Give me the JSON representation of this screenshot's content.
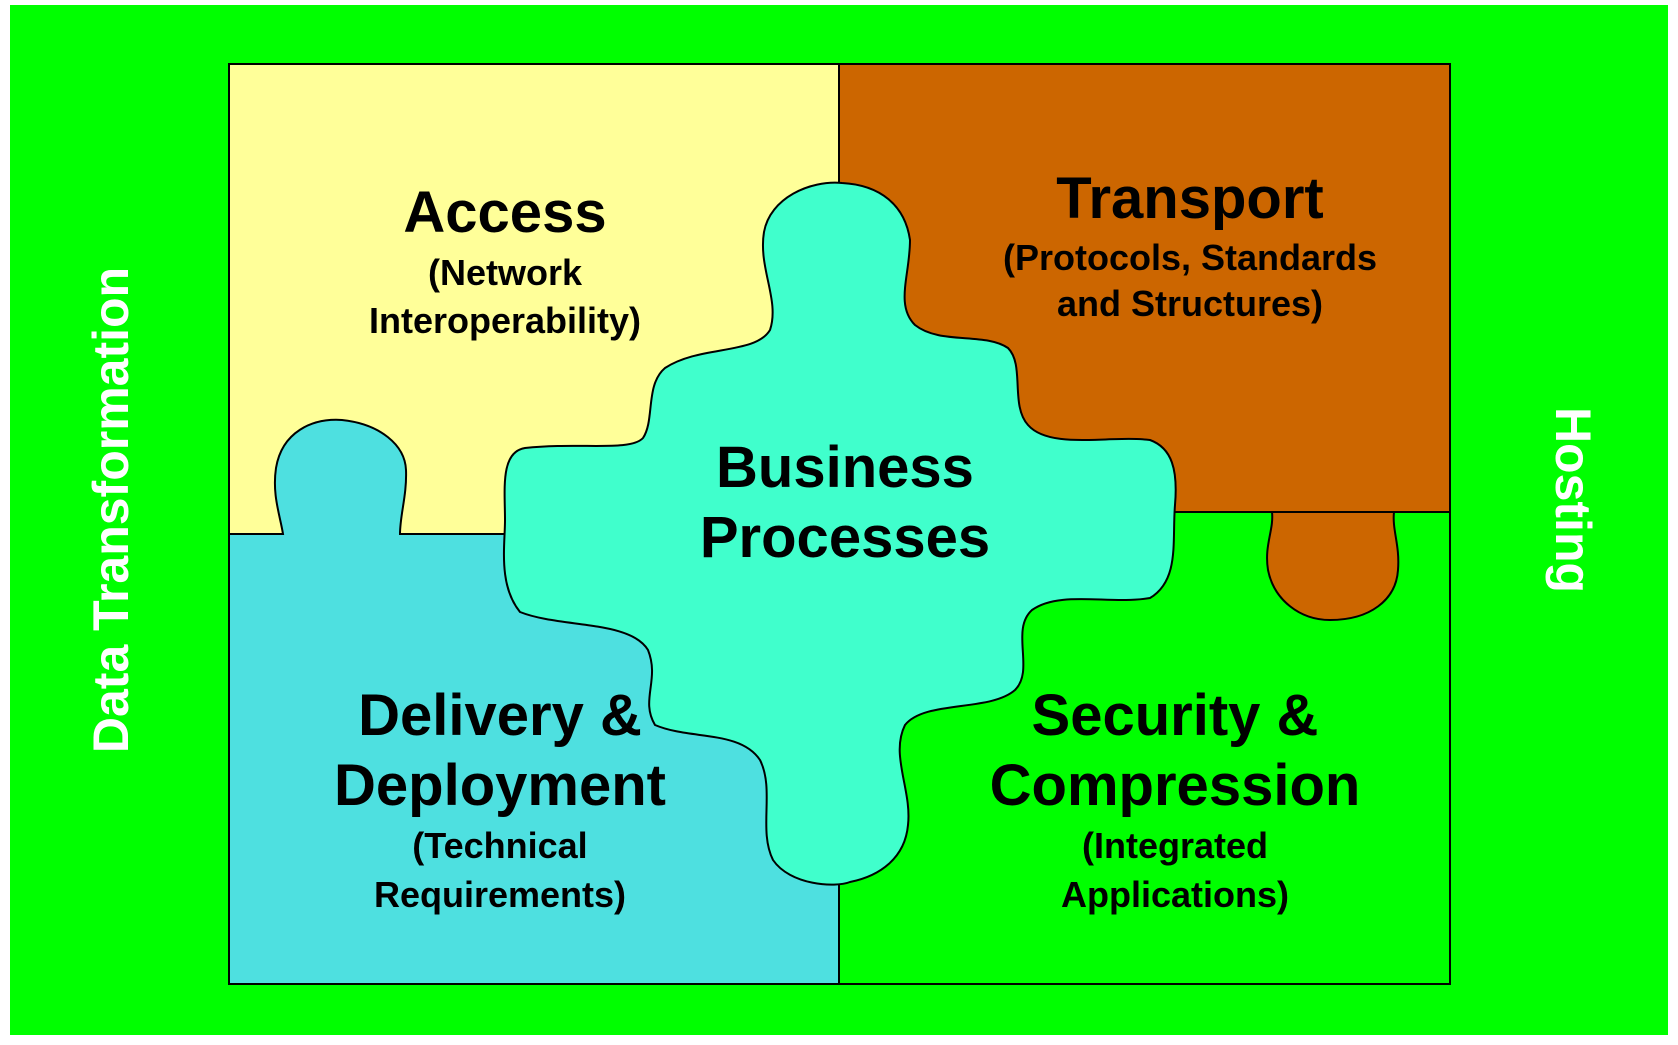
{
  "colors": {
    "frame_background": "#00ff00",
    "access": "#ffff99",
    "transport": "#cc6600",
    "delivery": "#4ee0e0",
    "security": "#00ff00",
    "business": "#40ffcc",
    "outline": "#000000",
    "side_text": "#ffffff",
    "body_text": "#000000"
  },
  "side_labels": {
    "left": "Data Transformation",
    "right": "Hosting"
  },
  "pieces": {
    "access": {
      "title": "Access",
      "subtitle": [
        "(Network",
        "Interoperability)"
      ]
    },
    "transport": {
      "title": "Transport",
      "subtitle": [
        "(Protocols, Standards",
        "and Structures)"
      ]
    },
    "delivery": {
      "title": [
        "Delivery &",
        "Deployment"
      ],
      "subtitle": [
        "(Technical",
        "Requirements)"
      ]
    },
    "security": {
      "title": [
        "Security &",
        "Compression"
      ],
      "subtitle": [
        "(Integrated",
        "Applications)"
      ]
    },
    "business": {
      "title": [
        "Business",
        "Processes"
      ]
    }
  }
}
